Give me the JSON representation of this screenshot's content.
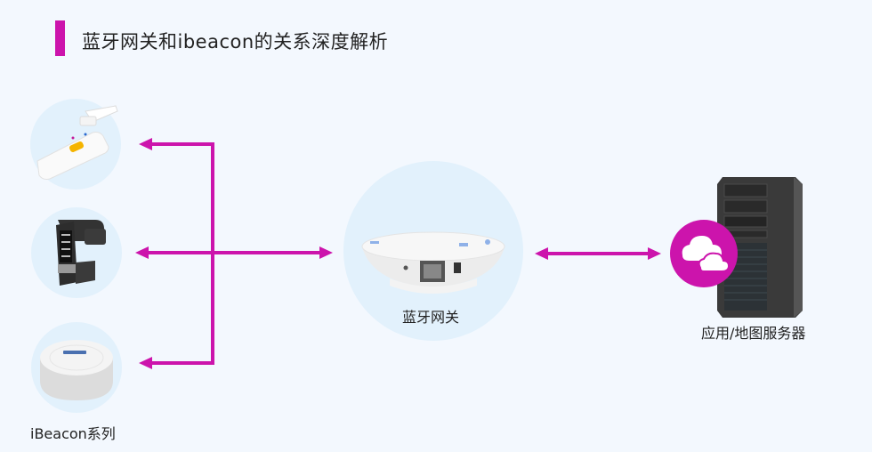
{
  "title": "蓝牙网关和ibeacon的关系深度解析",
  "nodes": {
    "devices_label": "iBeacon系列",
    "gateway_label": "蓝牙网关",
    "server_label": "应用/地图服务器"
  },
  "devices": [
    {
      "name": "badge-tag"
    },
    {
      "name": "smart-wristband"
    },
    {
      "name": "ibeacon-puck"
    }
  ],
  "colors": {
    "accent": "#cc14ac",
    "background": "#f3f8fe",
    "circle": "#e2f1fc"
  }
}
